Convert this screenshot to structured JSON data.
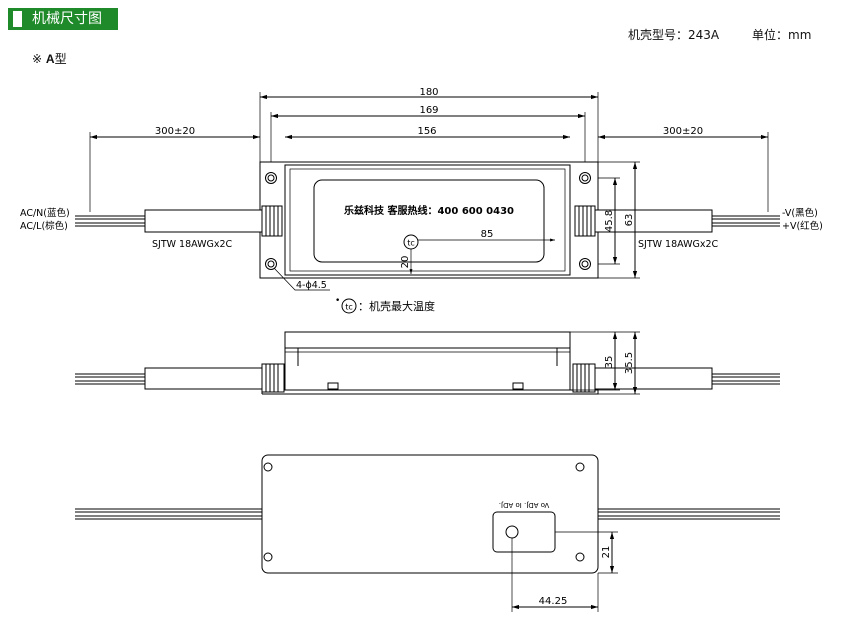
{
  "header": {
    "title": "机械尺寸图"
  },
  "meta": {
    "model_label": "机壳型号：",
    "model_value": "243A",
    "unit_label": "单位：",
    "unit_value": "mm"
  },
  "variant": {
    "marker": "※",
    "type_letter": "A",
    "type_suffix": "型"
  },
  "top_view": {
    "dim_total": "180",
    "dim_holes": "169",
    "dim_body": "156",
    "dim_wire_left": "300±20",
    "dim_wire_right": "300±20",
    "dim_45_8": "45.8",
    "dim_63": "63",
    "dim_85": "85",
    "dim_20": "20",
    "label_text": "乐兹科技  客服热线：400  600  0430",
    "tc_symbol": "tc",
    "hole_note": "4-ϕ4.5",
    "left_wires": [
      "AC/N(蓝色)",
      "AC/L(棕色)"
    ],
    "right_wires": [
      "-V(黑色)",
      "+V(红色)"
    ],
    "cable_left": "SJTW 18AWGx2C",
    "cable_right": "SJTW 18AWGx2C",
    "tc_note_prefix": "•",
    "tc_note_text": "：机壳最大温度"
  },
  "side_view": {
    "dim_35": "35",
    "dim_35_5": "35.5"
  },
  "bottom_view": {
    "adj_labels": "Vo ADJ.   Io ADJ.",
    "dim_21": "21",
    "dim_44_25": "44.25"
  }
}
